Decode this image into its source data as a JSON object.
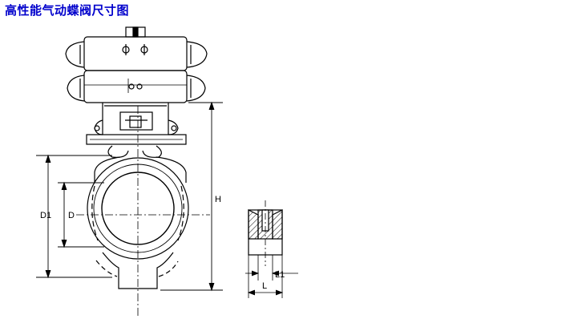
{
  "title": "高性能气动蝶阀尺寸图",
  "dimensions": {
    "d1": "D1",
    "d": "D",
    "h": "H",
    "l1": "L1",
    "l": "L"
  }
}
